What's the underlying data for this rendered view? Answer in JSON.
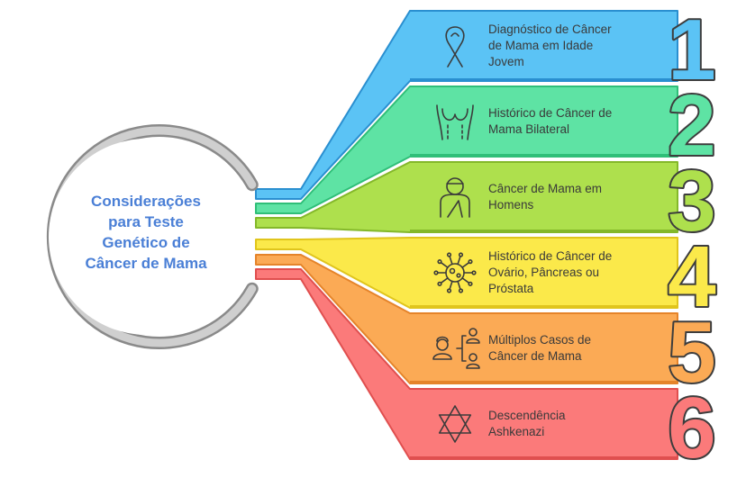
{
  "hub": {
    "title_lines": [
      "Considerações",
      "para Teste",
      "Genético de",
      "Câncer de Mama"
    ]
  },
  "items": [
    {
      "number": "1",
      "lines": [
        "Diagnóstico de Câncer",
        "de Mama em Idade",
        "Jovem"
      ],
      "icon": "ribbon-icon",
      "color": "#5bc3f5",
      "dark": "#2a8fd0"
    },
    {
      "number": "2",
      "lines": [
        "Histórico de Câncer de",
        "Mama Bilateral"
      ],
      "icon": "torso-icon",
      "color": "#5ee3a4",
      "dark": "#2fbf78"
    },
    {
      "number": "3",
      "lines": [
        "Câncer de Mama em",
        "Homens"
      ],
      "icon": "man-icon",
      "color": "#aee04d",
      "dark": "#84b82a"
    },
    {
      "number": "4",
      "lines": [
        "Histórico de Câncer de",
        "Ovário, Pâncreas ou",
        "Próstata"
      ],
      "icon": "cell-icon",
      "color": "#fbe94a",
      "dark": "#e0c51c"
    },
    {
      "number": "5",
      "lines": [
        "Múltiplos Casos de",
        "Câncer de Mama"
      ],
      "icon": "family-tree-icon",
      "color": "#fbaa55",
      "dark": "#e5842a"
    },
    {
      "number": "6",
      "lines": [
        "Descendência",
        "Ashkenazi"
      ],
      "icon": "star-of-david-icon",
      "color": "#fb7a7a",
      "dark": "#e04f4f"
    }
  ]
}
